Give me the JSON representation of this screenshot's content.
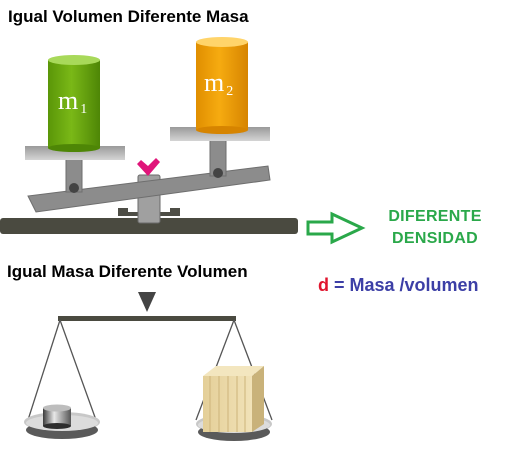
{
  "titles": {
    "top": "Igual Volumen Diferente Masa",
    "bottom": "Igual Masa Diferente Volumen"
  },
  "masses": {
    "m1": {
      "label": "m",
      "sub": "1",
      "color": "#6aa80a"
    },
    "m2": {
      "label": "m",
      "sub": "2",
      "color": "#f0a000"
    }
  },
  "result": {
    "line1": "DIFERENTE",
    "line2": "DENSIDAD",
    "color": "#2aa84a"
  },
  "formula": {
    "symbol": "d",
    "equals_text": " = Masa /volumen",
    "symbol_color": "#e0152e",
    "text_color": "#3c3fa6"
  },
  "colors": {
    "beam_gray": "#8c8c8c",
    "base_dark": "#4a4a40",
    "pivot_magenta": "#e0157a",
    "wood": "#e8d6a6"
  }
}
